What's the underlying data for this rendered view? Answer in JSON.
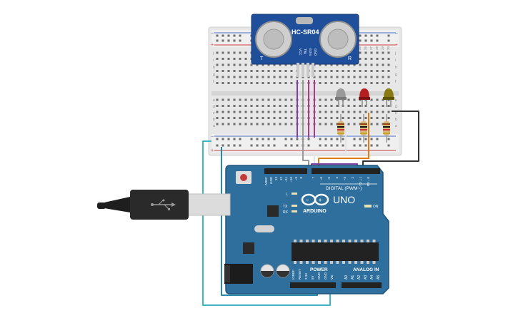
{
  "sensor": {
    "label": "HC-SR04",
    "left_mark": "T",
    "right_mark": "R",
    "pins": [
      "VCC",
      "Trig",
      "Echo",
      "GND"
    ]
  },
  "breadboard": {
    "row_letters_top": [
      "j",
      "i",
      "h",
      "g",
      "f"
    ],
    "row_letters_bottom": [
      "e",
      "d",
      "c",
      "b",
      "a"
    ],
    "column_numbers": [
      "25",
      "26",
      "27",
      "28",
      "29",
      "30"
    ],
    "plus_sign": "+",
    "minus_sign": "−"
  },
  "leds": [
    {
      "name": "gray-led",
      "color": "#9a9a9a"
    },
    {
      "name": "red-led",
      "color": "#b51e1e"
    },
    {
      "name": "yellow-led",
      "color": "#8a7a12"
    }
  ],
  "arduino": {
    "brand": "ARDUINO",
    "model": "UNO",
    "digital_label": "DIGITAL (PWM~)",
    "power_label": "POWER",
    "analog_label": "ANALOG IN",
    "on_label": "ON",
    "l_label": "L",
    "tx_label": "TX",
    "rx_label": "RX",
    "top_pin_labels": [
      "AREF",
      "GND",
      "13",
      "12",
      "~11",
      "~10",
      "~9",
      "8",
      "7",
      "~6",
      "~5",
      "4",
      "~3",
      "2",
      "TX→1",
      "RX←0"
    ],
    "power_pin_labels": [
      "IOREF",
      "RESET",
      "3.3V",
      "5V",
      "GND",
      "GND",
      "Vin"
    ],
    "analog_pin_labels": [
      "A0",
      "A1",
      "A2",
      "A3",
      "A4",
      "A5"
    ]
  },
  "colors": {
    "board": "#2e6f9e",
    "wire_purple": "#7b3f9e",
    "wire_magenta": "#b0358f",
    "wire_orange": "#e07b10",
    "wire_cyan": "#3fb7c2",
    "wire_blue": "#2a88a8",
    "wire_black": "#333333",
    "wire_white": "#dddddd",
    "wire_gray": "#999999"
  }
}
